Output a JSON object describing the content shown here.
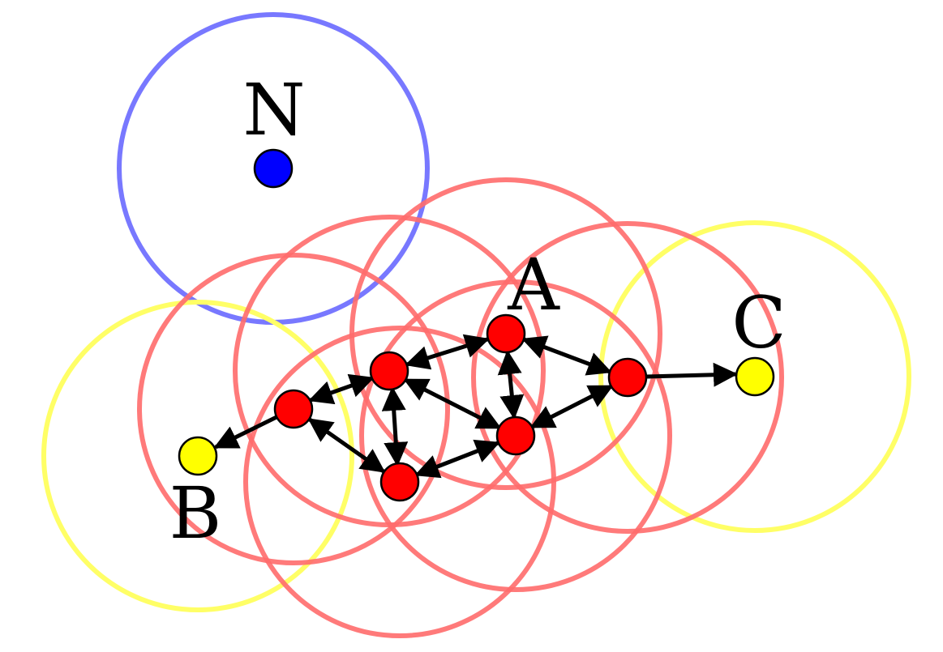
{
  "labels": {
    "noise": "N",
    "core": "A",
    "border_left": "B",
    "border_right": "C"
  },
  "colors": {
    "core": "#ff0000",
    "border": "#ffff00",
    "noise": "#0000ff",
    "core_ring": "#ff6b6b",
    "border_ring": "#ffff66",
    "noise_ring": "#7878ff",
    "arrow": "#000000"
  }
}
